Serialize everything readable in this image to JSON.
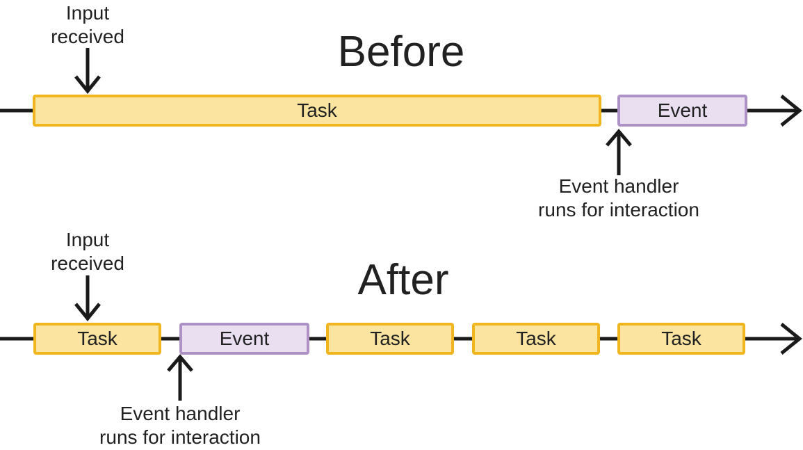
{
  "colors": {
    "task_fill": "#FBE3A0",
    "task_border": "#F1B51F",
    "event_fill": "#E9DFF1",
    "event_border": "#AE92C6",
    "line": "#1A1A1A",
    "text": "#212121"
  },
  "before": {
    "title": "Before",
    "input_annotation": {
      "line1": "Input",
      "line2": "received"
    },
    "handler_annotation": {
      "line1": "Event handler",
      "line2": "runs for interaction"
    },
    "bars": [
      {
        "type": "task",
        "label": "Task"
      },
      {
        "type": "event",
        "label": "Event"
      }
    ]
  },
  "after": {
    "title": "After",
    "input_annotation": {
      "line1": "Input",
      "line2": "received"
    },
    "handler_annotation": {
      "line1": "Event handler",
      "line2": "runs for interaction"
    },
    "bars": [
      {
        "type": "task",
        "label": "Task"
      },
      {
        "type": "event",
        "label": "Event"
      },
      {
        "type": "task",
        "label": "Task"
      },
      {
        "type": "task",
        "label": "Task"
      },
      {
        "type": "task",
        "label": "Task"
      }
    ]
  }
}
